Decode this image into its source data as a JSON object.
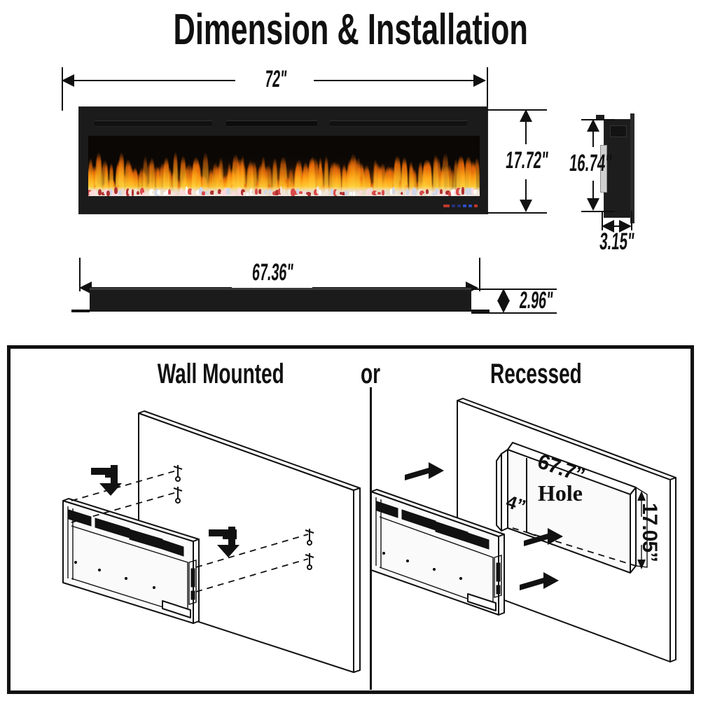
{
  "title": "Dimension & Installation",
  "dimensions": {
    "width_front": "72\"",
    "height_front": "17.72\"",
    "height_side": "16.74\"",
    "depth_side": "3.15\"",
    "width_bottom": "67.36\"",
    "depth_bottom": "2.96\""
  },
  "installation": {
    "left_title": "Wall Mounted",
    "conjunction": "or",
    "right_title": "Recessed",
    "hole": {
      "label": "Hole",
      "width": "67.7\"",
      "depth": "4\"",
      "height": "17.05\""
    }
  },
  "colors": {
    "ink": "#111111",
    "body": "#1b1b1b",
    "flame_core": "#ffd942",
    "flame_mid": "#ffa617",
    "flame_edge": "#e8690a",
    "ember": "#f3ece4",
    "led_red": "#c0392b",
    "led_blue": "#2e4ec8"
  }
}
